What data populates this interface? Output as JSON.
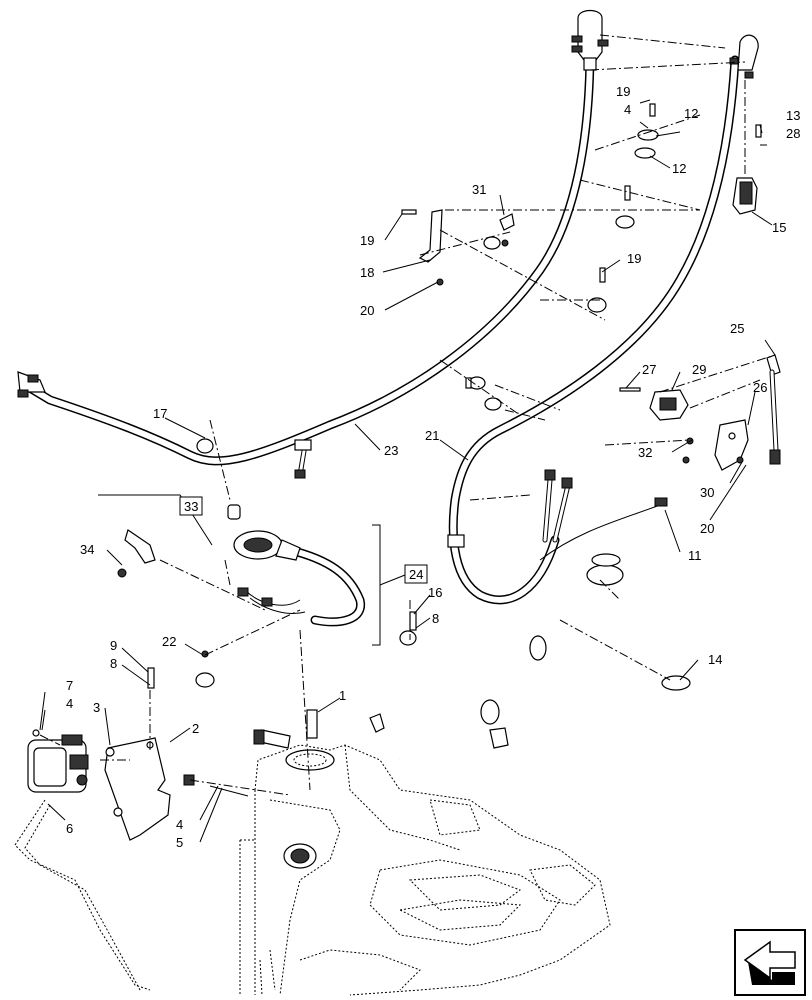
{
  "diagram": {
    "callouts": {
      "c1": "1",
      "c2": "2",
      "c3": "3",
      "c4a": "4",
      "c4b": "4",
      "c4c": "4",
      "c5": "5",
      "c6": "6",
      "c7": "7",
      "c8a": "8",
      "c8b": "8",
      "c9": "9",
      "c11": "11",
      "c12a": "12",
      "c12b": "12",
      "c13": "13",
      "c14": "14",
      "c15": "15",
      "c16": "16",
      "c17": "17",
      "c18": "18",
      "c19a": "19",
      "c19b": "19",
      "c19c": "19",
      "c20a": "20",
      "c20b": "20",
      "c21": "21",
      "c22": "22",
      "c23": "23",
      "c25": "25",
      "c26": "26",
      "c27": "27",
      "c28": "28",
      "c29": "29",
      "c30": "30",
      "c31": "31",
      "c32": "32",
      "c34": "34"
    },
    "boxed_callouts": {
      "b24": "24",
      "b33": "33"
    },
    "nav_icon": "direction-arrow-icon"
  }
}
